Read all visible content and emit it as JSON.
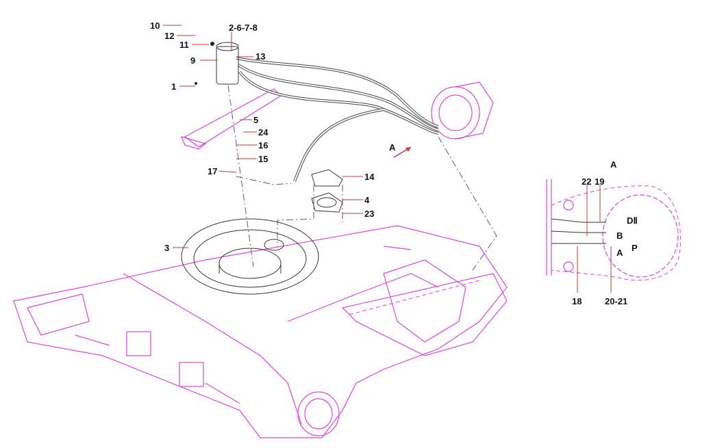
{
  "diagram": {
    "callouts": {
      "c10": "10",
      "c12": "12",
      "c11": "11",
      "c2678": "2-6-7-8",
      "c13": "13",
      "c9": "9",
      "c1": "1",
      "c5": "5",
      "c24": "24",
      "c16": "16",
      "c15": "15",
      "c17": "17",
      "c14": "14",
      "c4": "4",
      "c23": "23",
      "c3": "3"
    },
    "view_arrow": "A",
    "detail": {
      "title": "A",
      "c22": "22",
      "c19": "19",
      "c18": "18",
      "c2021": "20-21",
      "port_d2": "DⅡ",
      "port_b": "B",
      "port_p": "P",
      "port_a": "A"
    },
    "colors": {
      "frame": "#dd44dd",
      "leader": "#cc3333",
      "center_line": "#5050b0"
    }
  }
}
